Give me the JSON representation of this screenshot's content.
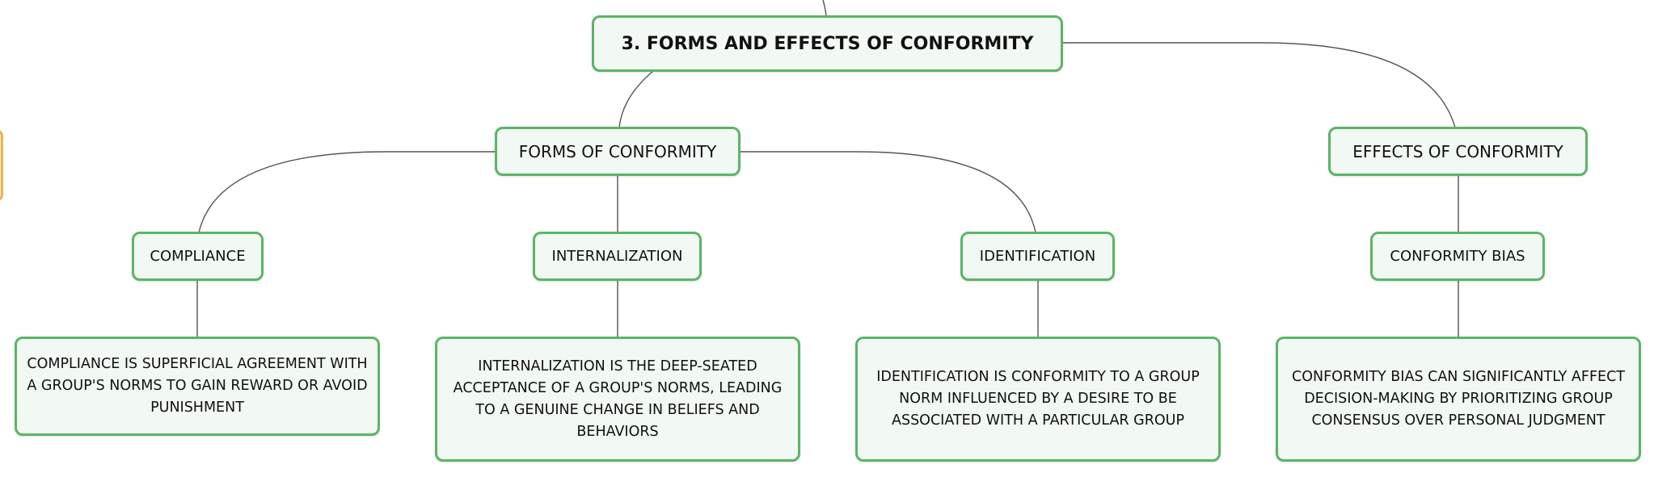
{
  "colors": {
    "node_border": "#5cb565",
    "node_fill": "#f2f8f3",
    "connector": "#555555",
    "offscreen_accent": "#f0b04a"
  },
  "root": {
    "title": "3. FORMS AND EFFECTS OF CONFORMITY"
  },
  "forms": {
    "title": "FORMS OF CONFORMITY",
    "compliance": {
      "title": "COMPLIANCE",
      "description": "COMPLIANCE IS SUPERFICIAL AGREEMENT WITH A GROUP'S NORMS TO GAIN REWARD OR AVOID PUNISHMENT"
    },
    "internalization": {
      "title": "INTERNALIZATION",
      "description": "INTERNALIZATION IS THE DEEP-SEATED ACCEPTANCE OF A GROUP'S NORMS, LEADING TO A GENUINE CHANGE IN BELIEFS AND BEHAVIORS"
    },
    "identification": {
      "title": "IDENTIFICATION",
      "description": "IDENTIFICATION IS CONFORMITY TO A GROUP NORM INFLUENCED BY A DESIRE TO BE ASSOCIATED WITH A PARTICULAR GROUP"
    }
  },
  "effects": {
    "title": "EFFECTS OF CONFORMITY",
    "conformity_bias": {
      "title": "CONFORMITY BIAS",
      "description": "CONFORMITY BIAS CAN SIGNIFICANTLY AFFECT DECISION-MAKING BY PRIORITIZING GROUP CONSENSUS OVER PERSONAL JUDGMENT"
    }
  }
}
